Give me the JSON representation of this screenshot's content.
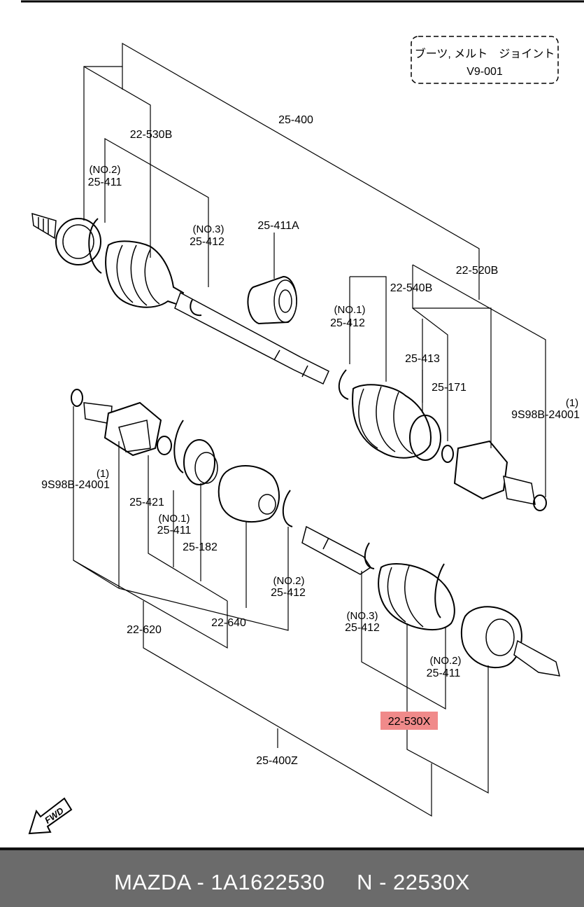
{
  "ref_box": {
    "line1": "ブーツ, メルト　ジョイント",
    "line2": "V9-001"
  },
  "labels": {
    "l_25_400": "25-400",
    "l_22_530B": "22-530B",
    "l_no2_a": "(NO.2)",
    "l_25_411_a": "25-411",
    "l_no3_a": "(NO.3)",
    "l_25_412_a": "25-412",
    "l_25_411A": "25-411A",
    "l_22_520B": "22-520B",
    "l_22_540B": "22-540B",
    "l_no1_a": "(NO.1)",
    "l_25_412_b": "25-412",
    "l_25_413": "25-413",
    "l_25_171": "25-171",
    "l_1_a": "(1)",
    "l_9s98b_a": "9S98B-24001",
    "l_1_b": "(1)",
    "l_9s98b_b": "9S98B-24001",
    "l_25_421": "25-421",
    "l_no1_b": "(NO.1)",
    "l_25_411_b": "25-411",
    "l_25_182": "25-182",
    "l_no2_b": "(NO.2)",
    "l_25_412_c": "25-412",
    "l_22_620": "22-620",
    "l_22_640": "22-640",
    "l_no3_b": "(NO.3)",
    "l_25_412_d": "25-412",
    "l_no2_c": "(NO.2)",
    "l_25_411_c": "25-411",
    "l_22_530X": "22-530X",
    "l_25_400Z": "25-400Z",
    "fwd": "FWD"
  },
  "highlight_color": "#f08a8a",
  "footer": {
    "text": "MAZDA - 1A1622530     N - 22530X"
  }
}
